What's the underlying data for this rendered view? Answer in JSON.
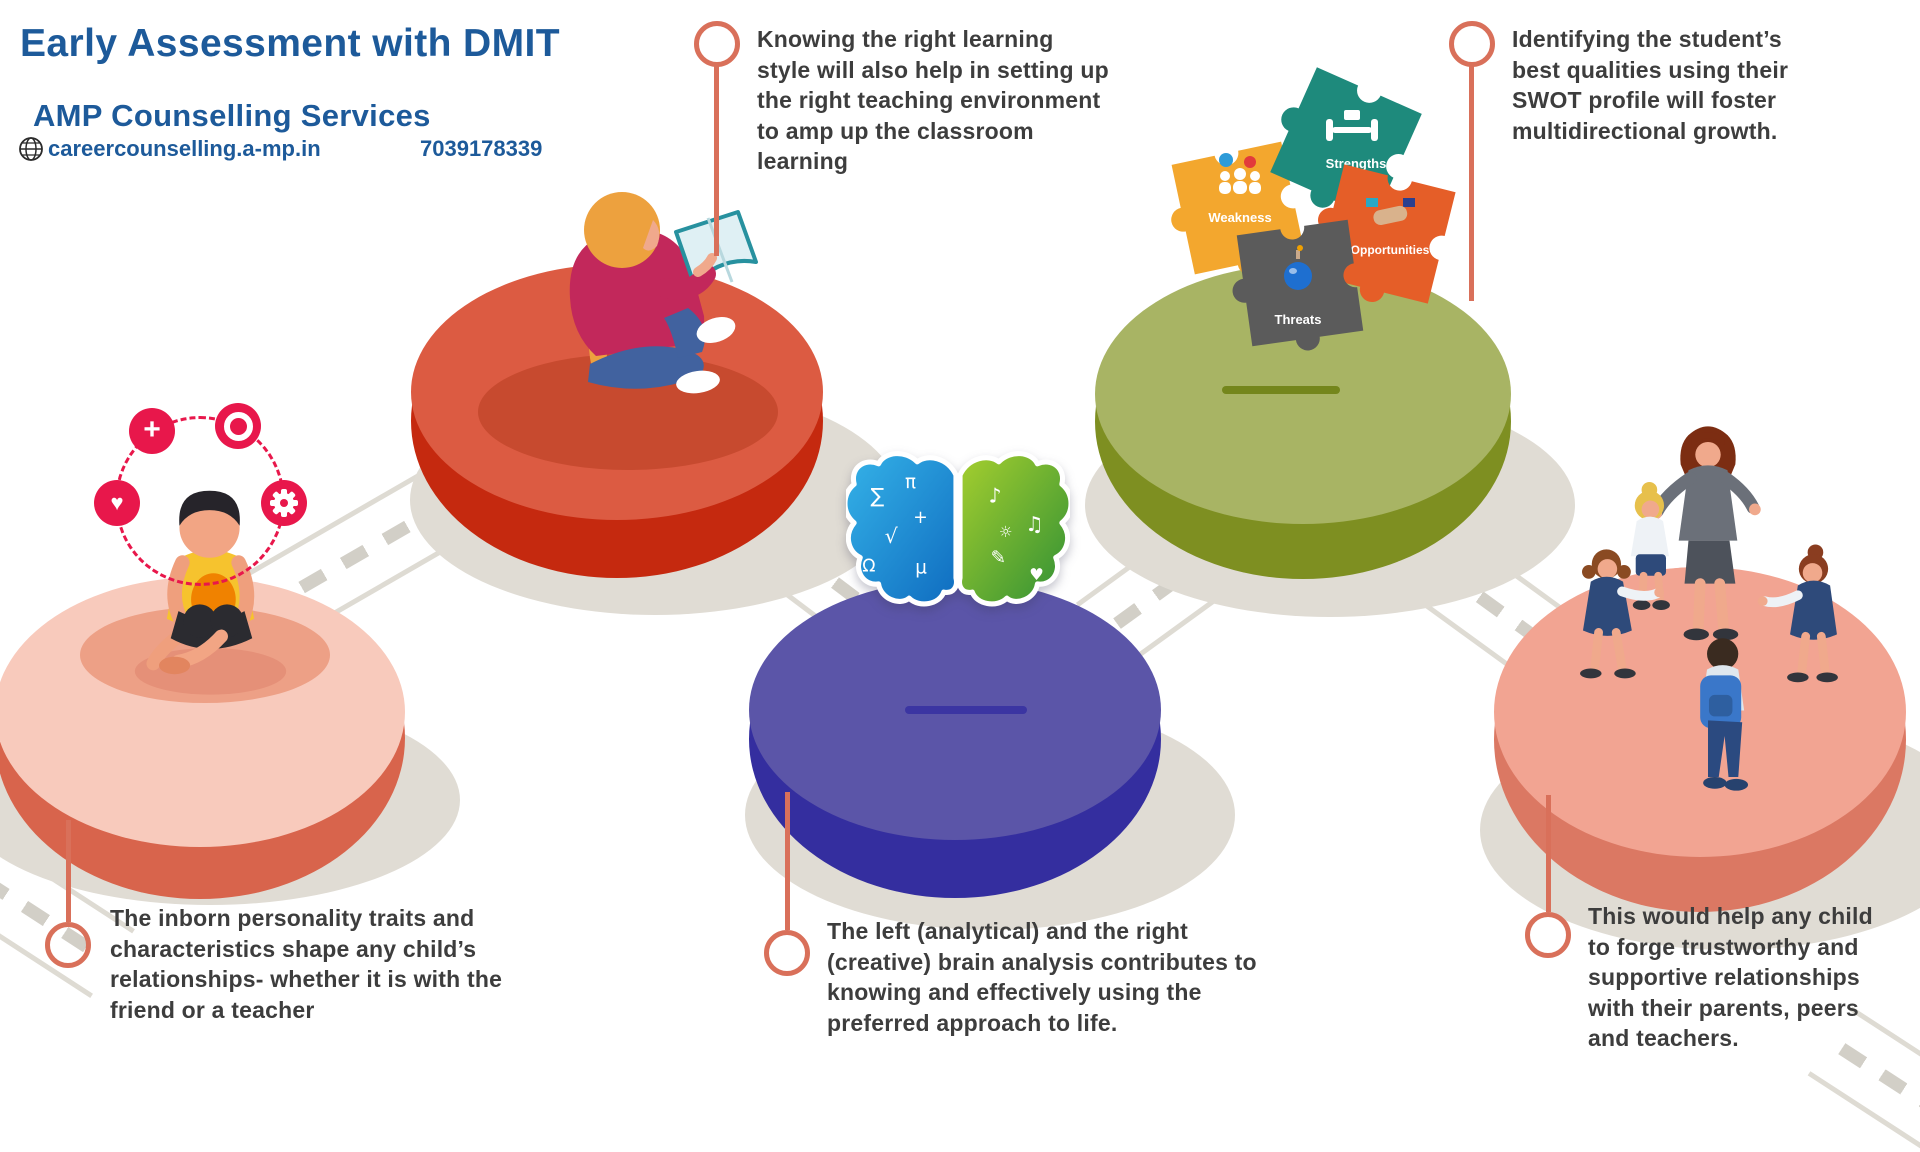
{
  "header": {
    "title": "Early Assessment with DMIT",
    "subtitle": "AMP Counselling Services",
    "website": "careercounselling.a-mp.in",
    "phone": "7039178339"
  },
  "callouts": {
    "learning_style": "Knowing the right learning style will also help in setting up the right teaching environment to amp up the classroom learning",
    "swot": "Identifying the student’s best qualities using their SWOT profile will foster multidirectional growth.",
    "personality": "The inborn personality traits and characteristics shape any child’s relationships- whether it is with the friend or a teacher",
    "brain": "The left (analytical) and the right (creative) brain analysis contributes to knowing and effectively using the preferred approach to life.",
    "relationships": "This would help any child to forge trustworthy and supportive relationships with their parents, peers and teachers."
  },
  "swot_puzzle": {
    "strengths": "Strengths",
    "weakness": "Weakness",
    "opportunities": "Opportunities",
    "threats": "Threats"
  },
  "colors": {
    "title_blue": "#1d5a9a",
    "callout_accent": "#d9705a",
    "badge_crimson": "#e8174b",
    "platform_pink_top": "#f8cabc",
    "platform_pink_rim": "#d8644c",
    "platform_red_top": "#dc5b42",
    "platform_red_rim": "#c5290f",
    "platform_purple_top": "#5b55a8",
    "platform_purple_rim": "#342e9f",
    "platform_olive_top": "#a8b464",
    "platform_olive_rim": "#7e8f21",
    "platform_salmon_top": "#f2a492",
    "platform_salmon_rim": "#db7863",
    "puzzle_teal": "#1e8a7c",
    "puzzle_yellow": "#f3a72e",
    "puzzle_orange": "#e55e28",
    "puzzle_gray": "#5b5b5b",
    "brain_blue": "#1f8fd8",
    "brain_green": "#5ab031",
    "shadow_gray": "#e0dcd4"
  }
}
